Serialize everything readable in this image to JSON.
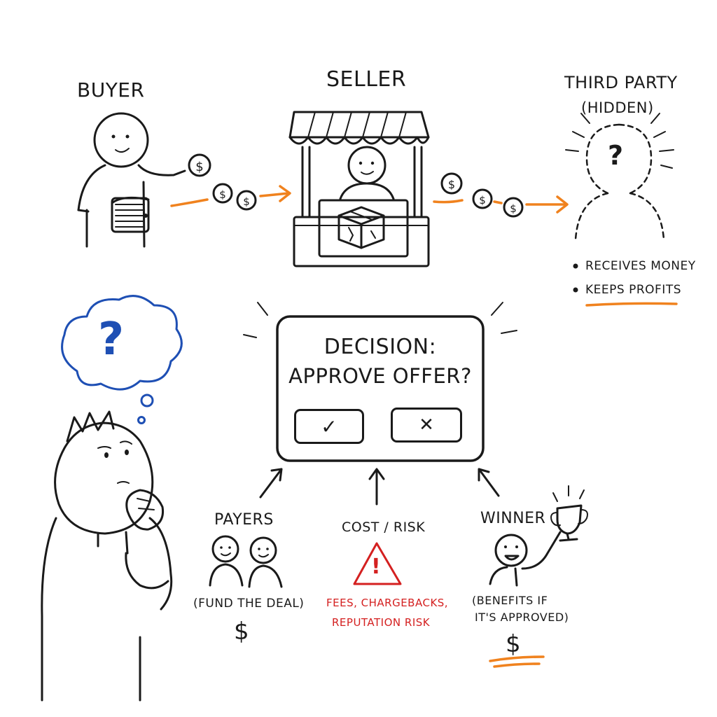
{
  "parties": {
    "buyer": {
      "label": "Buyer"
    },
    "seller": {
      "label": "Seller"
    },
    "third_party": {
      "label": "Third Party",
      "sublabel": "(hidden)",
      "bullets": [
        "Receives money",
        "Keeps profits"
      ]
    }
  },
  "decision": {
    "line1": "Decision:",
    "line2": "Approve offer?",
    "approve_symbol": "✓",
    "reject_symbol": "✕"
  },
  "groups": {
    "payers": {
      "label": "Payers",
      "note": "(Fund the deal)",
      "symbol": "$"
    },
    "cost_risk": {
      "label": "Cost / Risk",
      "warning_symbol": "!",
      "note_line1": "Fees, chargebacks,",
      "note_line2": "Reputation risk"
    },
    "winner": {
      "label": "Winner",
      "note_line1": "(Benefits if",
      "note_line2": "it's approved)",
      "symbol": "$"
    }
  },
  "thinker": {
    "thought_symbol": "?"
  },
  "coin_symbol": "$",
  "unknown_symbol": "?",
  "colors": {
    "ink": "#1a1a1a",
    "flow_arrow": "#f0821e",
    "thought": "#1e4fb4",
    "warning": "#d42020"
  }
}
